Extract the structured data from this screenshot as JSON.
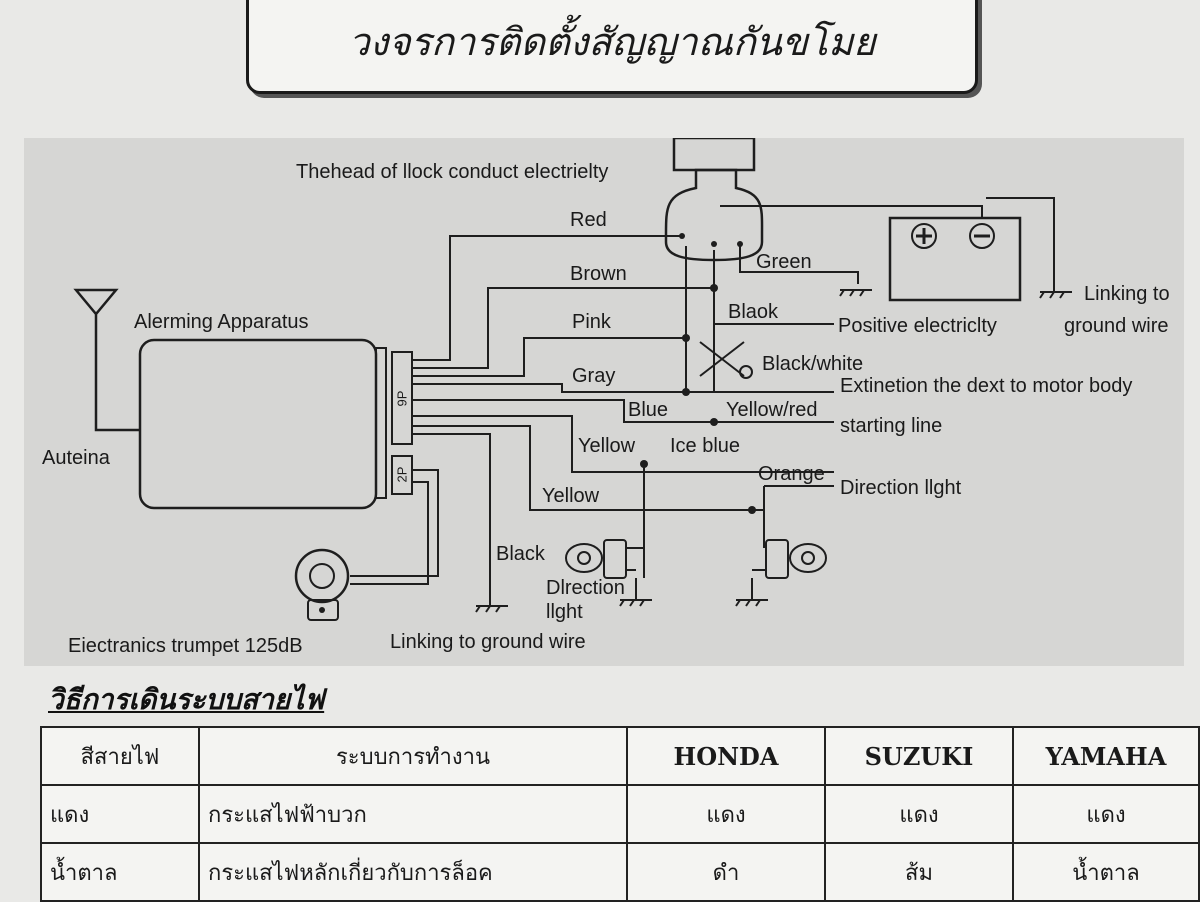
{
  "title": "วงจรการติดตั้งสัญญาณกันขโมย",
  "diagram": {
    "labels": {
      "lock_head": "Thehead of llock conduct electrielty",
      "red": "Red",
      "brown": "Brown",
      "pink": "Pink",
      "gray": "Gray",
      "blue": "Blue",
      "yellow_red": "Yellow/red",
      "yellow1": "Yellow",
      "ice_blue": "Ice blue",
      "yellow2": "Yellow",
      "orange": "Orange",
      "black": "Black",
      "green": "Green",
      "blaok": "Blaok",
      "black_white": "Black/white",
      "positive": "Positive electriclty",
      "extinetion": "Extinetion the dext to motor body",
      "starting": "starting line",
      "direction_right": "Direction llght",
      "direction_left_1": "Dlrection",
      "direction_left_2": "llght",
      "linking_ground_right_1": "Linking to",
      "linking_ground_right_2": "ground wire",
      "linking_ground_bottom": "Linking to ground wire",
      "alarm": "Alerming Apparatus",
      "antenna": "Auteina",
      "trumpet": "Eiectranics trumpet 125dB",
      "conn_9p": "9P",
      "conn_2p": "2P"
    }
  },
  "section_heading": "วิธีการเดินระบบสายไฟ",
  "table": {
    "headers": [
      "สีสายไฟ",
      "ระบบการทำงาน",
      "HONDA",
      "SUZUKI",
      "YAMAHA"
    ],
    "rows": [
      [
        "แดง",
        "กระแสไฟฟ้าบวก",
        "แดง",
        "แดง",
        "แดง"
      ],
      [
        "น้ำตาล",
        "กระแสไฟหลักเกี่ยวกับการล็อค",
        "ดำ",
        "ส้ม",
        "น้ำตาล"
      ]
    ]
  }
}
